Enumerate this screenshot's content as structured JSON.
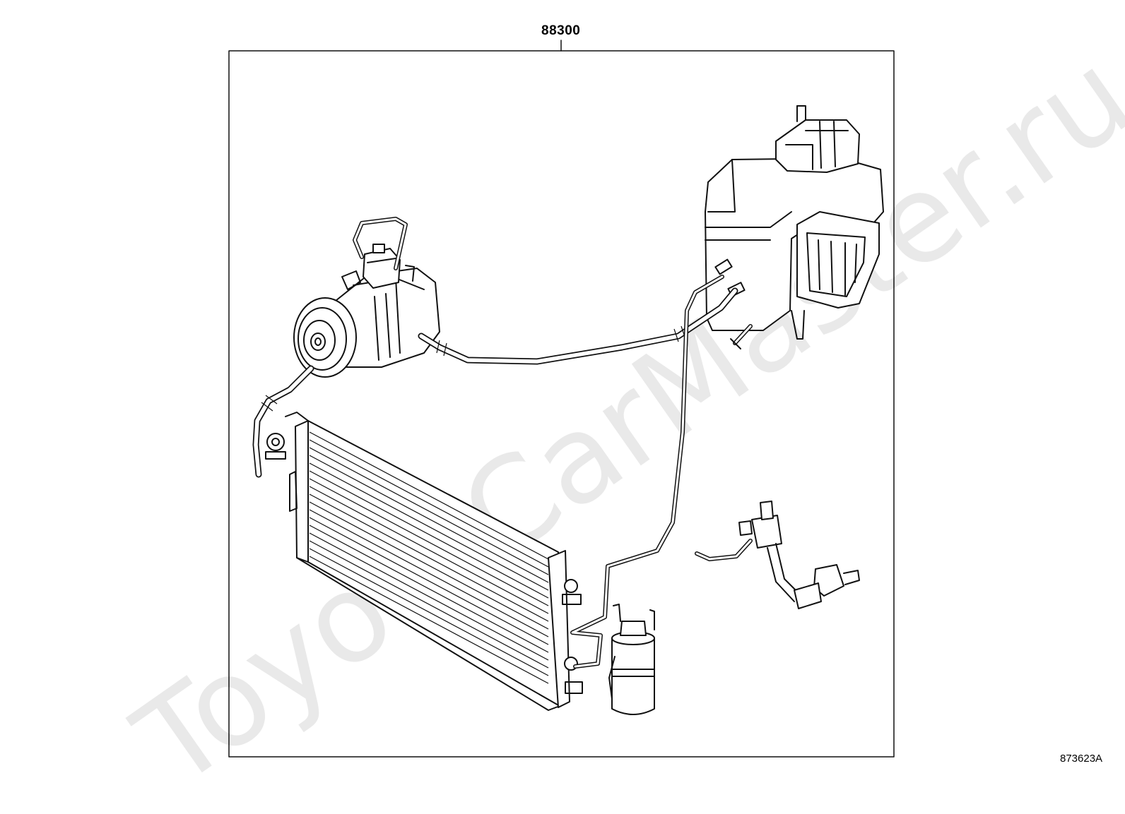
{
  "diagram": {
    "part_number": "88300",
    "diagram_reference": "873623A",
    "watermark": "ToyotaCarMaster.ru"
  }
}
